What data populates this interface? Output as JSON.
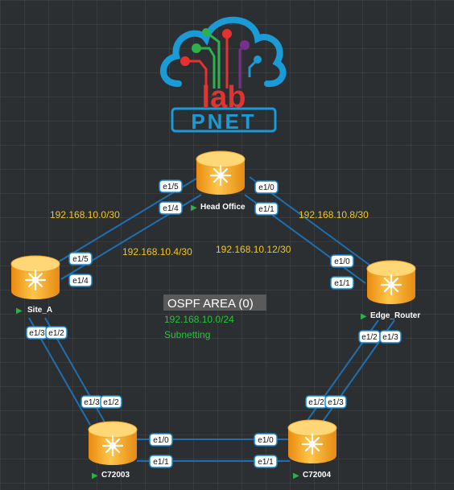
{
  "logo": {
    "word_lab": "lab",
    "word_pnet": "PNET",
    "colors": {
      "cloud": "#1a9ad6",
      "l1": "#e5312f",
      "l2": "#2bb24c",
      "l3": "#7a2f8e",
      "pnet": "#1a9ad6"
    }
  },
  "nodes": [
    {
      "id": "head-office",
      "label": "Head Office"
    },
    {
      "id": "site-a",
      "label": "Site_A"
    },
    {
      "id": "edge-router",
      "label": "Edge_Router"
    },
    {
      "id": "c72003",
      "label": "C72003"
    },
    {
      "id": "c72004",
      "label": "C72004"
    }
  ],
  "ports": [
    "e1/5",
    "e1/4",
    "e1/0",
    "e1/1",
    "e1/5",
    "e1/4",
    "e1/3",
    "e1/2",
    "e1/0",
    "e1/1",
    "e1/2",
    "e1/3",
    "e1/3",
    "e1/2",
    "e1/0",
    "e1/1",
    "e1/2",
    "e1/3",
    "e1/0",
    "e1/1"
  ],
  "subnets": [
    "192.168.10.0/30",
    "192.168.10.4/30",
    "192.168.10.8/30",
    "192.168.10.12/30"
  ],
  "info": {
    "title": "OSPF AREA (0)",
    "network": "192.168.10.0/24",
    "note": "Subnetting"
  },
  "colors": {
    "link": "#1f6fb0",
    "router_top": "#ffd36a",
    "router_body": "#f6a623",
    "port_border": "#1a88c9",
    "subnet": "#f2c61f",
    "info_text": "#27c53a"
  }
}
